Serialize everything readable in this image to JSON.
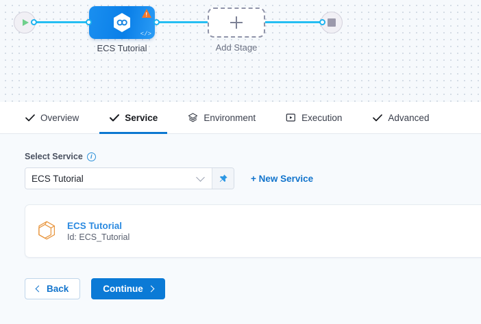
{
  "canvas": {
    "start_node": {
      "name": "start-node",
      "icon": "play-icon"
    },
    "end_node": {
      "name": "end-node",
      "icon": "stop-icon"
    },
    "stage_node": {
      "label": "ECS Tutorial",
      "icon": "service-hexagon-icon",
      "warning_icon": "warning-triangle-icon",
      "warning_glyph": "!",
      "code_icon": "code-tag-icon",
      "code_glyph": "</>"
    },
    "add_stage": {
      "label": "Add Stage",
      "icon": "plus-icon"
    },
    "colors": {
      "edge": "#25bef2",
      "stage_fill": "#0a7fe8",
      "warning": "#f2762a",
      "play": "#6fd08c"
    }
  },
  "tabs": [
    {
      "label": "Overview",
      "icon": "check-icon",
      "active": false
    },
    {
      "label": "Service",
      "icon": "check-icon",
      "active": true
    },
    {
      "label": "Environment",
      "icon": "layers-icon",
      "active": false
    },
    {
      "label": "Execution",
      "icon": "play-box-icon",
      "active": false
    },
    {
      "label": "Advanced",
      "icon": "check-icon",
      "active": false
    }
  ],
  "form": {
    "select_service_label": "Select Service",
    "info_icon": "info-icon",
    "info_glyph": "i",
    "service_select": {
      "value": "ECS Tutorial",
      "placeholder": "Select Service",
      "chevron_icon": "chevron-down-icon",
      "pin_icon": "pin-icon"
    },
    "new_service_link": "+ New Service"
  },
  "service_card": {
    "icon": "cube-hexagon-icon",
    "title": "ECS Tutorial",
    "subtitle": "Id: ECS_Tutorial"
  },
  "footer": {
    "back_label": "Back",
    "continue_label": "Continue",
    "back_icon": "chevron-left-icon",
    "continue_icon": "chevron-right-icon"
  }
}
